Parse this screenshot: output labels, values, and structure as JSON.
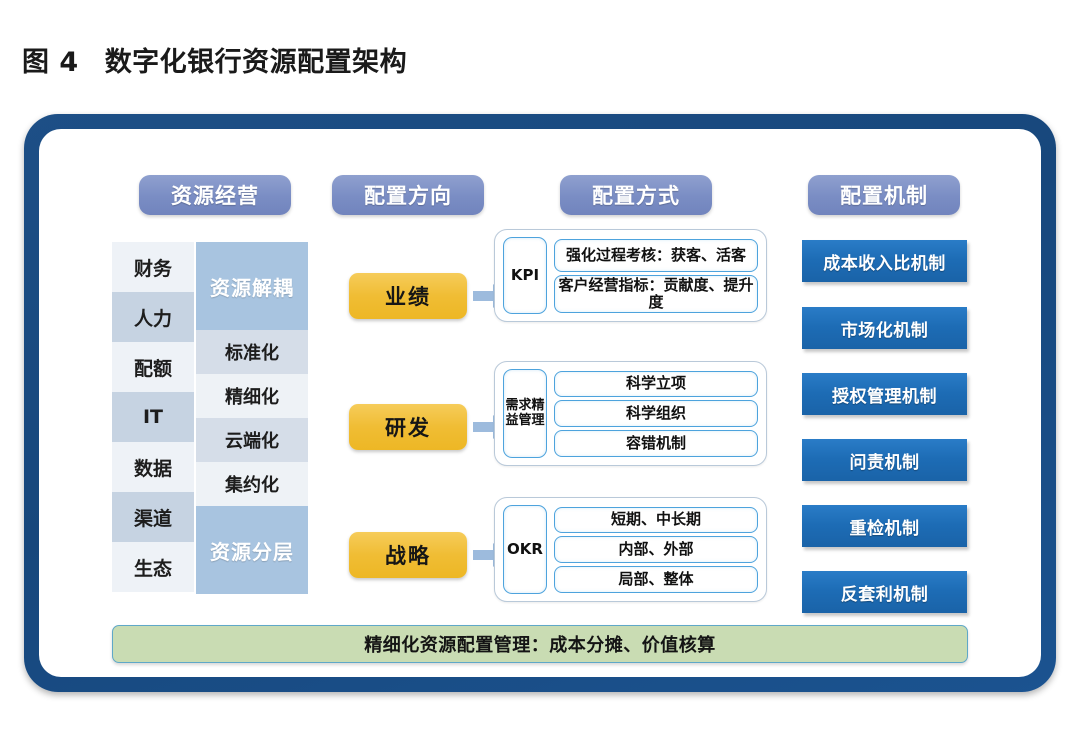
{
  "figure": {
    "number": "图 4",
    "title": "数字化银行资源配置架构"
  },
  "columns": {
    "headers": [
      {
        "label": "资源经营"
      },
      {
        "label": "配置方向"
      },
      {
        "label": "配置方式"
      },
      {
        "label": "配置机制"
      }
    ]
  },
  "resources": [
    {
      "label": "财务"
    },
    {
      "label": "人力"
    },
    {
      "label": "配额"
    },
    {
      "label": "IT"
    },
    {
      "label": "数据"
    },
    {
      "label": "渠道"
    },
    {
      "label": "生态"
    }
  ],
  "approach": {
    "top_label": "资源解耦",
    "middle": [
      {
        "label": "标准化"
      },
      {
        "label": "精细化"
      },
      {
        "label": "云端化"
      },
      {
        "label": "集约化"
      }
    ],
    "bottom_label": "资源分层"
  },
  "directions": [
    {
      "label": "业绩"
    },
    {
      "label": "研发"
    },
    {
      "label": "战略"
    }
  ],
  "methods": [
    {
      "tag": "KPI",
      "items": [
        {
          "label": "强化过程考核：获客、活客"
        },
        {
          "label": "客户经营指标：贡献度、提升度"
        }
      ]
    },
    {
      "tag": "需求精益管理",
      "items": [
        {
          "label": "科学立项"
        },
        {
          "label": "科学组织"
        },
        {
          "label": "容错机制"
        }
      ]
    },
    {
      "tag": "OKR",
      "items": [
        {
          "label": "短期、中长期"
        },
        {
          "label": "内部、外部"
        },
        {
          "label": "局部、整体"
        }
      ]
    }
  ],
  "mechanisms": [
    {
      "label": "成本收入比机制"
    },
    {
      "label": "市场化机制"
    },
    {
      "label": "授权管理机制"
    },
    {
      "label": "问责机制"
    },
    {
      "label": "重检机制"
    },
    {
      "label": "反套利机制"
    }
  ],
  "footer": {
    "label": "精细化资源配置管理：成本分摊、价值核算"
  },
  "colors": {
    "frame_border": "#1d4f86",
    "header_pill": "#7a8dc4",
    "direction_pill": "#f0bd34",
    "mechanism_bar": "#1d6cb5",
    "approach_highlight": "#a8c4e0",
    "footer_bar": "#c9dcb3",
    "arrow": "#9dbbdd",
    "method_border": "#4da3dd"
  }
}
